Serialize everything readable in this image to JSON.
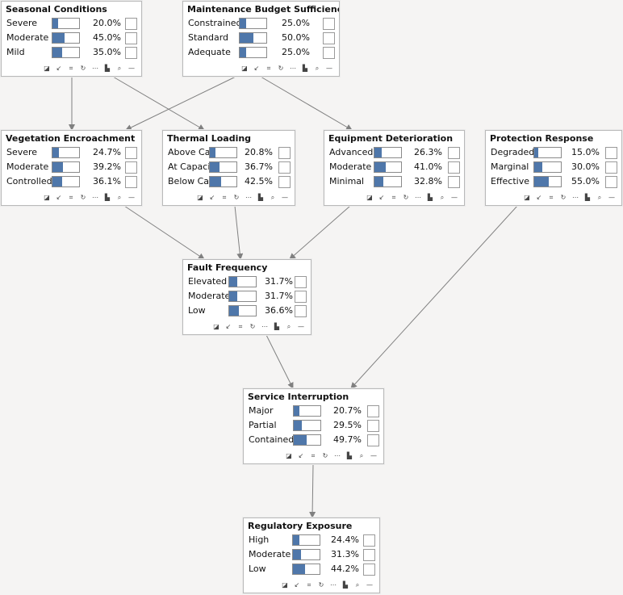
{
  "nodes": [
    {
      "id": "seasonal",
      "title": "Seasonal Conditions",
      "states": [
        {
          "label": "Severe",
          "value": 20.0,
          "pct": "20.0%"
        },
        {
          "label": "Moderate",
          "value": 45.0,
          "pct": "45.0%"
        },
        {
          "label": "Mild",
          "value": 35.0,
          "pct": "35.0%"
        }
      ]
    },
    {
      "id": "budget",
      "title": "Maintenance Budget Sufficiency",
      "states": [
        {
          "label": "Constrained",
          "value": 25.0,
          "pct": "25.0%"
        },
        {
          "label": "Standard",
          "value": 50.0,
          "pct": "50.0%"
        },
        {
          "label": "Adequate",
          "value": 25.0,
          "pct": "25.0%"
        }
      ]
    },
    {
      "id": "vegetation",
      "title": "Vegetation Encroachment",
      "states": [
        {
          "label": "Severe",
          "value": 24.7,
          "pct": "24.7%"
        },
        {
          "label": "Moderate",
          "value": 39.2,
          "pct": "39.2%"
        },
        {
          "label": "Controlled",
          "value": 36.1,
          "pct": "36.1%"
        }
      ]
    },
    {
      "id": "thermal",
      "title": "Thermal Loading",
      "states": [
        {
          "label": "Above Capacity",
          "value": 20.8,
          "pct": "20.8%"
        },
        {
          "label": "At Capacity",
          "value": 36.7,
          "pct": "36.7%"
        },
        {
          "label": "Below Capacity",
          "value": 42.5,
          "pct": "42.5%"
        }
      ]
    },
    {
      "id": "equipment",
      "title": "Equipment Deterioration",
      "states": [
        {
          "label": "Advanced",
          "value": 26.3,
          "pct": "26.3%"
        },
        {
          "label": "Moderate",
          "value": 41.0,
          "pct": "41.0%"
        },
        {
          "label": "Minimal",
          "value": 32.8,
          "pct": "32.8%"
        }
      ]
    },
    {
      "id": "protection",
      "title": "Protection Response",
      "states": [
        {
          "label": "Degraded",
          "value": 15.0,
          "pct": "15.0%"
        },
        {
          "label": "Marginal",
          "value": 30.0,
          "pct": "30.0%"
        },
        {
          "label": "Effective",
          "value": 55.0,
          "pct": "55.0%"
        }
      ]
    },
    {
      "id": "fault",
      "title": "Fault Frequency",
      "states": [
        {
          "label": "Elevated",
          "value": 31.7,
          "pct": "31.7%"
        },
        {
          "label": "Moderate",
          "value": 31.7,
          "pct": "31.7%"
        },
        {
          "label": "Low",
          "value": 36.6,
          "pct": "36.6%"
        }
      ]
    },
    {
      "id": "service",
      "title": "Service Interruption",
      "states": [
        {
          "label": "Major",
          "value": 20.7,
          "pct": "20.7%"
        },
        {
          "label": "Partial",
          "value": 29.5,
          "pct": "29.5%"
        },
        {
          "label": "Contained",
          "value": 49.7,
          "pct": "49.7%"
        }
      ]
    },
    {
      "id": "regulatory",
      "title": "Regulatory Exposure",
      "states": [
        {
          "label": "High",
          "value": 24.4,
          "pct": "24.4%"
        },
        {
          "label": "Moderate",
          "value": 31.3,
          "pct": "31.3%"
        },
        {
          "label": "Low",
          "value": 44.2,
          "pct": "44.2%"
        }
      ]
    }
  ],
  "toolbar_icons": [
    {
      "name": "note-icon",
      "glyph": "◪"
    },
    {
      "name": "arrow-icon",
      "glyph": "↙"
    },
    {
      "name": "grid-icon",
      "glyph": "⌗"
    },
    {
      "name": "reset-icon",
      "glyph": "↻"
    },
    {
      "name": "more-icon",
      "glyph": "⋯"
    },
    {
      "name": "bar-chart-icon",
      "glyph": "▙"
    },
    {
      "name": "zoom-icon",
      "glyph": "⌕"
    },
    {
      "name": "minimize-icon",
      "glyph": "—"
    }
  ],
  "colors": {
    "bar": "#4f77aa",
    "edge": "#808080"
  },
  "edges": [
    [
      "seasonal",
      "vegetation"
    ],
    [
      "seasonal",
      "thermal"
    ],
    [
      "budget",
      "vegetation"
    ],
    [
      "budget",
      "equipment"
    ],
    [
      "vegetation",
      "fault"
    ],
    [
      "thermal",
      "fault"
    ],
    [
      "equipment",
      "fault"
    ],
    [
      "protection",
      "service"
    ],
    [
      "fault",
      "service"
    ],
    [
      "service",
      "regulatory"
    ]
  ]
}
